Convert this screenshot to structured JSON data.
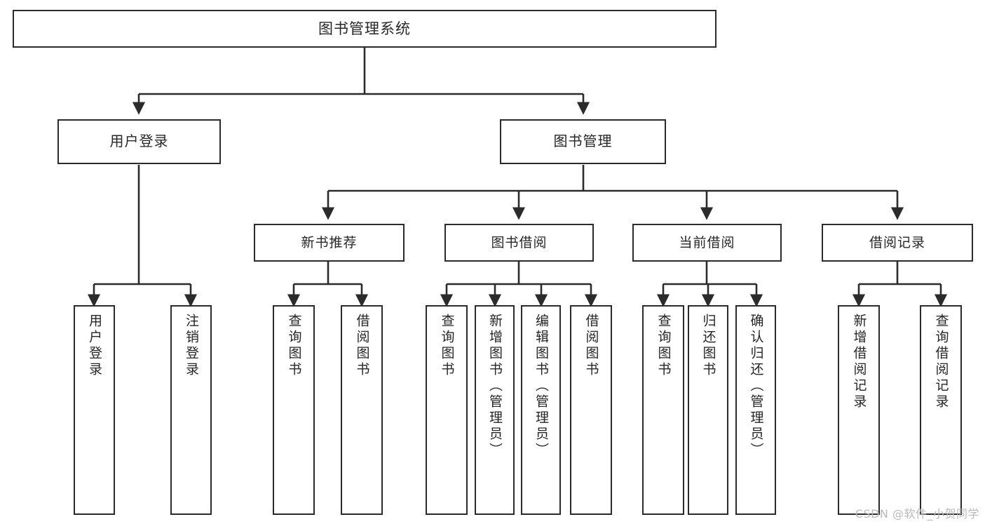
{
  "diagram": {
    "title": "图书管理系统",
    "watermark": "CSDN @软件_小贺同学",
    "colors": {
      "box_border": "#2b2b2b",
      "box_fill": "#ffffff",
      "connector": "#2b2b2b",
      "text": "#262626",
      "watermark": "#b9b9b9"
    },
    "root": {
      "label": "图书管理系统"
    },
    "level2": [
      {
        "label": "用户登录"
      },
      {
        "label": "图书管理"
      }
    ],
    "level3": [
      {
        "label": "新书推荐"
      },
      {
        "label": "图书借阅"
      },
      {
        "label": "当前借阅"
      },
      {
        "label": "借阅记录"
      }
    ],
    "leaves": [
      {
        "label": "用户登录",
        "parent": "用户登录"
      },
      {
        "label": "注销登录",
        "parent": "用户登录"
      },
      {
        "label": "查询图书",
        "parent": "新书推荐"
      },
      {
        "label": "借阅图书",
        "parent": "新书推荐"
      },
      {
        "label": "查询图书",
        "parent": "图书借阅"
      },
      {
        "label": "新增图书（管理员）",
        "parent": "图书借阅"
      },
      {
        "label": "编辑图书（管理员）",
        "parent": "图书借阅"
      },
      {
        "label": "借阅图书",
        "parent": "图书借阅"
      },
      {
        "label": "查询图书",
        "parent": "当前借阅"
      },
      {
        "label": "归还图书",
        "parent": "当前借阅"
      },
      {
        "label": "确认归还（管理员）",
        "parent": "当前借阅"
      },
      {
        "label": "新增借阅记录",
        "parent": "借阅记录"
      },
      {
        "label": "查询借阅记录",
        "parent": "借阅记录"
      }
    ]
  }
}
